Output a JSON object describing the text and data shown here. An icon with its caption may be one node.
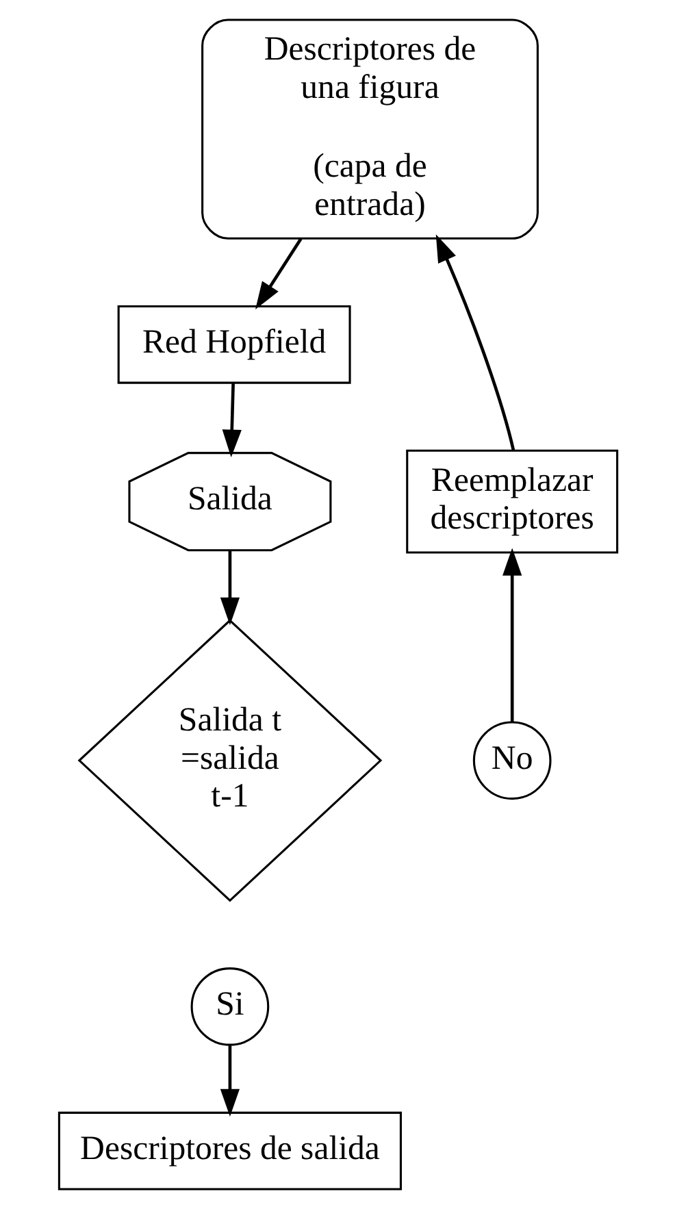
{
  "diagram": {
    "nodes": [
      {
        "text": [
          "Descriptores de una figura",
          "(capa de entrada)"
        ]
      },
      {
        "text": [
          "Red Hopfield"
        ]
      },
      {
        "text": [
          "Salida"
        ]
      },
      {
        "text": [
          "Salida t =salida t-1"
        ]
      },
      {
        "text": [
          "No"
        ]
      },
      {
        "text": [
          "Si"
        ]
      },
      {
        "text": [
          "Descriptores de salida"
        ]
      },
      {
        "text": [
          "Reemplazar descriptores"
        ]
      }
    ],
    "edges": [
      {
        "from": 0,
        "to": 1,
        "arrow": "to"
      },
      {
        "from": 1,
        "to": 2,
        "arrow": "to"
      },
      {
        "from": 2,
        "to": 3,
        "arrow": "to"
      },
      {
        "from": 5,
        "to": 6,
        "arrow": "to"
      },
      {
        "from": 4,
        "to": 7,
        "arrow": "to"
      },
      {
        "from": 7,
        "to": 0,
        "arrow": "to"
      }
    ]
  }
}
